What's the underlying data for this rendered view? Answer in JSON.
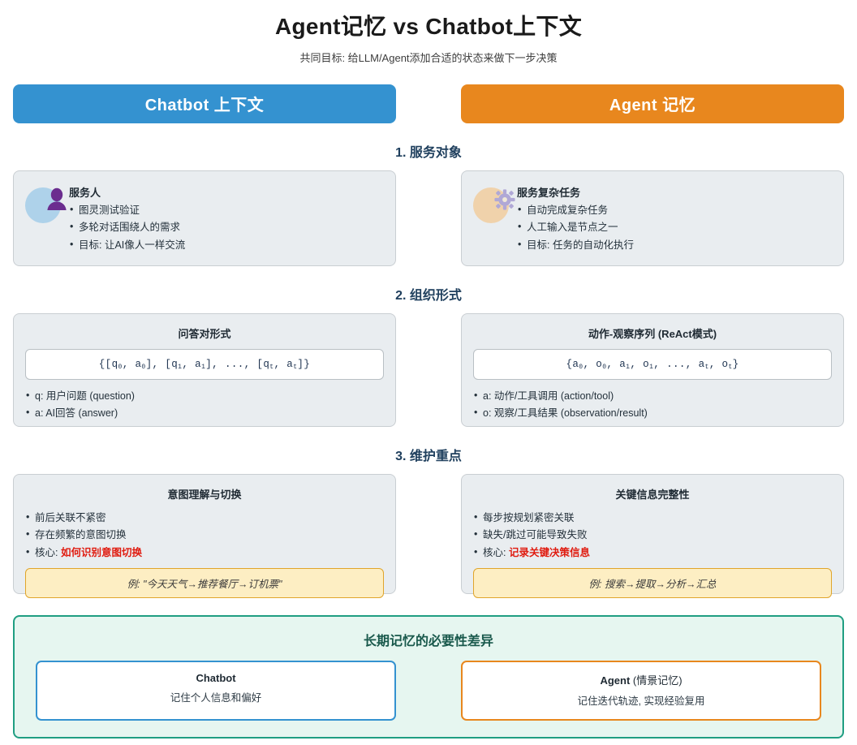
{
  "header": {
    "title": "Agent记忆 vs Chatbot上下文",
    "subtitle": "共同目标: 给LLM/Agent添加合适的状态来做下一步决策"
  },
  "banners": {
    "left": "Chatbot 上下文",
    "right": "Agent 记忆",
    "left_color": "#3492d0",
    "right_color": "#e8871e"
  },
  "sections": [
    {
      "heading": "1. 服务对象",
      "left": {
        "icon": "person-icon",
        "icon_circle_color": "#aed2ea",
        "title": "服务人",
        "bullets": [
          "图灵测试验证",
          "多轮对话围绕人的需求",
          "目标: 让AI像人一样交流"
        ]
      },
      "right": {
        "icon": "gear-icon",
        "icon_circle_color": "#f0d2ab",
        "title": "服务复杂任务",
        "bullets": [
          "自动完成复杂任务",
          "人工输入是节点之一",
          "目标: 任务的自动化执行"
        ]
      }
    },
    {
      "heading": "2. 组织形式",
      "left": {
        "title": "问答对形式",
        "code": "{[q0, a0], [q1, a1], ..., [qt, at]}",
        "code_parts": [
          {
            "t": "{[q",
            "sub": false
          },
          {
            "t": "0",
            "sub": true
          },
          {
            "t": ", a",
            "sub": false
          },
          {
            "t": "0",
            "sub": true
          },
          {
            "t": "], [q",
            "sub": false
          },
          {
            "t": "1",
            "sub": true
          },
          {
            "t": ", a",
            "sub": false
          },
          {
            "t": "1",
            "sub": true
          },
          {
            "t": "], ..., [q",
            "sub": false
          },
          {
            "t": "t",
            "sub": true
          },
          {
            "t": ", a",
            "sub": false
          },
          {
            "t": "t",
            "sub": true
          },
          {
            "t": "]}",
            "sub": false
          }
        ],
        "bullets": [
          "q: 用户问题 (question)",
          "a: AI回答 (answer)"
        ]
      },
      "right": {
        "title": "动作-观察序列 (ReAct模式)",
        "code": "{a0, o0, a1, o1, ..., at, ot}",
        "code_parts": [
          {
            "t": "{a",
            "sub": false
          },
          {
            "t": "0",
            "sub": true
          },
          {
            "t": ", o",
            "sub": false
          },
          {
            "t": "0",
            "sub": true
          },
          {
            "t": ", a",
            "sub": false
          },
          {
            "t": "1",
            "sub": true
          },
          {
            "t": ", o",
            "sub": false
          },
          {
            "t": "1",
            "sub": true
          },
          {
            "t": ", ..., a",
            "sub": false
          },
          {
            "t": "t",
            "sub": true
          },
          {
            "t": ", o",
            "sub": false
          },
          {
            "t": "t",
            "sub": true
          },
          {
            "t": "}",
            "sub": false
          }
        ],
        "bullets": [
          "a: 动作/工具调用 (action/tool)",
          "o: 观察/工具结果 (observation/result)"
        ]
      }
    },
    {
      "heading": "3. 维护重点",
      "left": {
        "title": "意图理解与切换",
        "bullets": [
          "前后关联不紧密",
          "存在频繁的意图切换"
        ],
        "core_label": "核心: ",
        "core_value": "如何识别意图切换",
        "core_color": "#e01b0f",
        "example": "例: \"今天天气→推荐餐厅→订机票\""
      },
      "right": {
        "title": "关键信息完整性",
        "bullets": [
          "每步按规划紧密关联",
          "缺失/跳过可能导致失败"
        ],
        "core_label": "核心: ",
        "core_value": "记录关键决策信息",
        "core_color": "#e01b0f",
        "example": "例: 搜索→提取→分析→汇总"
      }
    }
  ],
  "bottom": {
    "title": "长期记忆的必要性差异",
    "border_color": "#1f9e82",
    "left": {
      "title_strong": "Chatbot",
      "title_light": "",
      "desc": "记住个人信息和偏好",
      "accent": "#3492d0"
    },
    "right": {
      "title_strong": "Agent ",
      "title_light": "(情景记忆)",
      "desc": "记住迭代轨迹, 实现经验复用",
      "accent": "#e8871e"
    }
  }
}
